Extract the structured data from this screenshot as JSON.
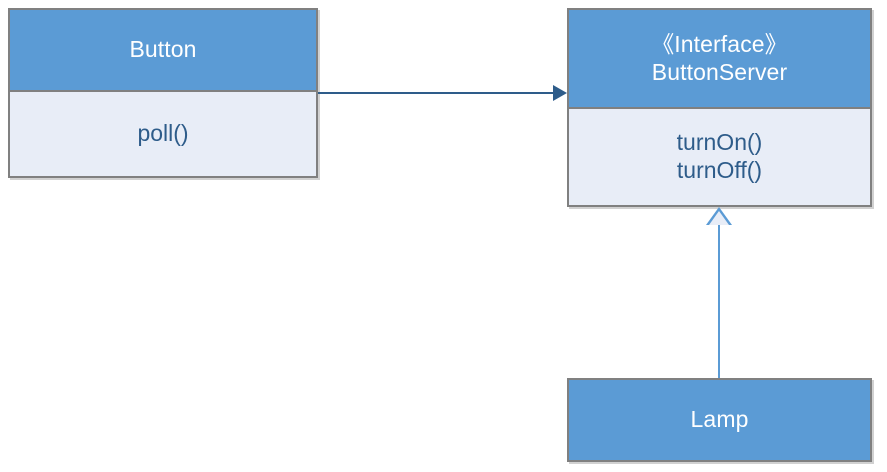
{
  "diagram": {
    "title": "Button / ButtonServer / Lamp UML class diagram",
    "colors": {
      "header_fill": "#5B9BD5",
      "body_fill": "#E8EDF7",
      "border": "#808080",
      "header_text": "#FFFFFF",
      "body_text": "#2E5C8A",
      "association_line": "#2E5C8A",
      "realization_line": "#5B9BD5"
    },
    "nodes": [
      {
        "id": "button",
        "type": "class",
        "name": "Button",
        "stereotype": "",
        "operations": [
          "poll()"
        ]
      },
      {
        "id": "button-server",
        "type": "interface",
        "stereotype": "《Interface》",
        "name": "ButtonServer",
        "operations": [
          "turnOn()",
          "turnOff()"
        ]
      },
      {
        "id": "lamp",
        "type": "class",
        "name": "Lamp",
        "stereotype": "",
        "operations": []
      }
    ],
    "edges": [
      {
        "id": "button-uses-buttonserver",
        "kind": "association",
        "from": "Button",
        "to": "ButtonServer",
        "label": ""
      },
      {
        "id": "lamp-implements-buttonserver",
        "kind": "realization",
        "from": "Lamp",
        "to": "ButtonServer",
        "label": ""
      }
    ]
  }
}
